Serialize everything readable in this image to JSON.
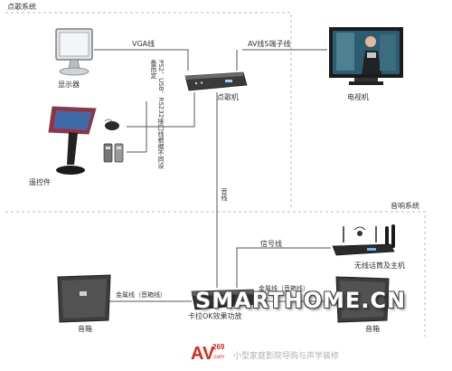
{
  "sections": {
    "vod_system": "点歌系统",
    "audio_system": "音响系统"
  },
  "devices": {
    "monitor": "显示器",
    "remote_control": "遥控件",
    "vod_player": "点歌机",
    "tv": "电视机",
    "wireless_mic": "无线话筒及主机",
    "speaker_left": "音箱",
    "speaker_right": "音箱",
    "amplifier": "卡拉OK效果功放"
  },
  "cables": {
    "vga": "VGA线",
    "av_svideo": "AV线S端子线",
    "serial_note": "PS2、USB、RS232接口线根据不同设备而定",
    "audio_vertical": "音线",
    "signal": "信号线",
    "speaker_left": "金属线（音箱线）",
    "speaker_right": "金属线（音箱线）"
  },
  "watermark": {
    "text": "SMARTHOME.CN",
    "logo_letters": "AV",
    "logo_number": "269",
    "logo_domain": ".com",
    "slogan": "小型家庭影院导购与声学装修"
  },
  "colors": {
    "wire": "#555555",
    "dash": "#bbbbbb",
    "logo_red": "#d6281f"
  }
}
